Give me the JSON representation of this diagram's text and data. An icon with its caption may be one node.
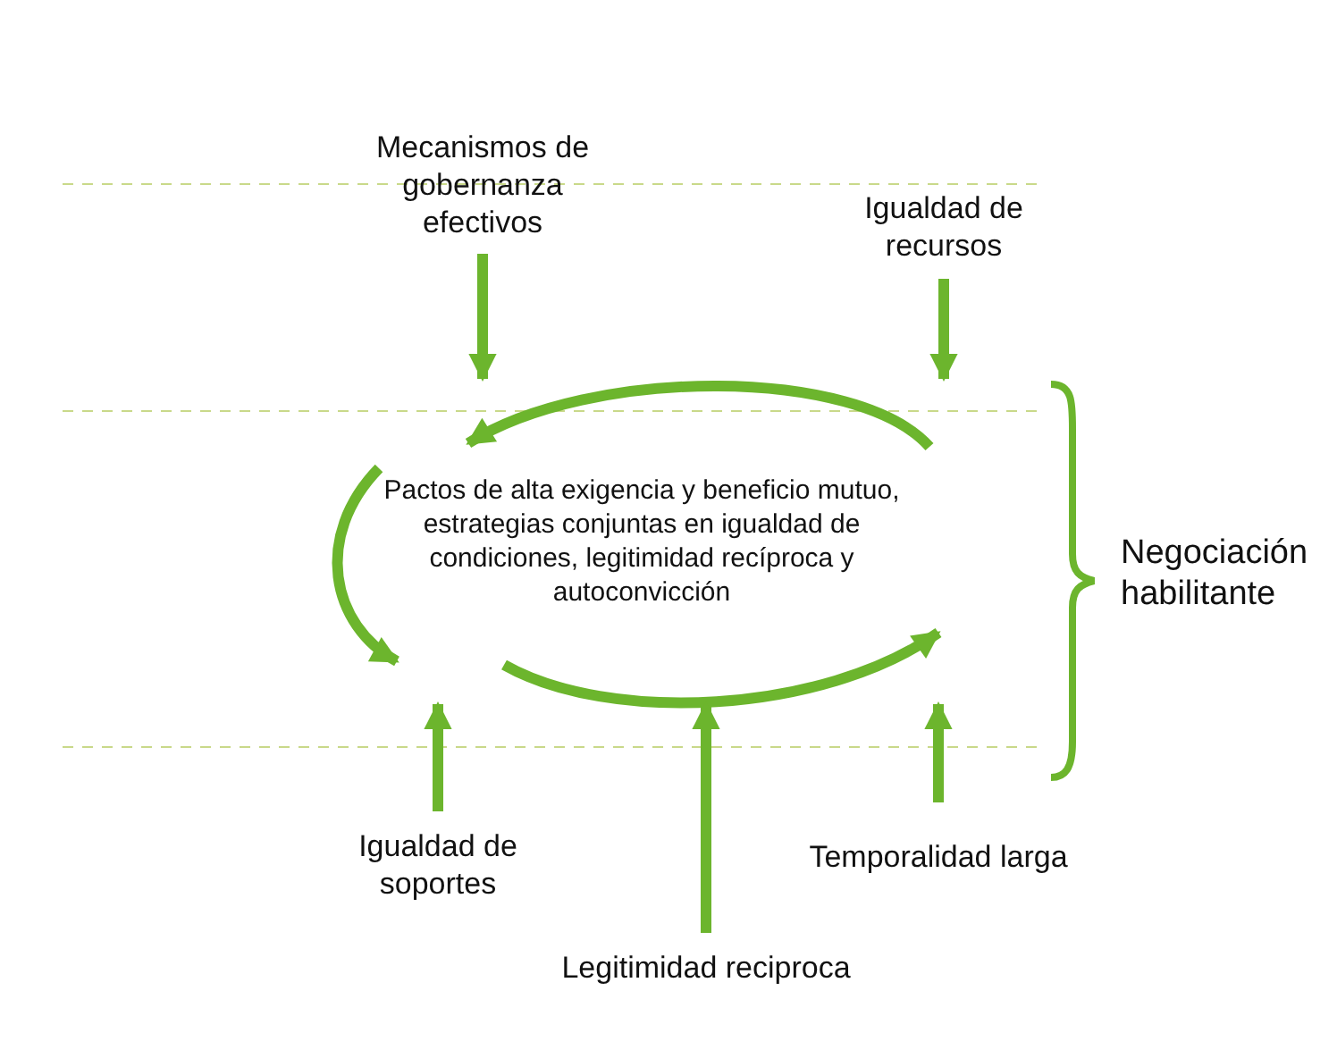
{
  "diagram": {
    "nodes": [
      {
        "text": [
          "Pactos de alta exigencia y beneficio mutuo, estrategias conjuntas en igualdad de condiciones, legitimidad recíproca y autoconvicción"
        ]
      },
      {
        "text": [
          "Mecanismos de gobernanza efectivos"
        ]
      },
      {
        "text": [
          "Igualdad de recursos"
        ]
      },
      {
        "text": [
          "Igualdad de soportes"
        ]
      },
      {
        "text": [
          "Legitimidad reciproca"
        ]
      },
      {
        "text": [
          "Temporalidad larga"
        ]
      }
    ],
    "edges": [
      {
        "from": 1,
        "to": 0,
        "arrow": "to"
      },
      {
        "from": 2,
        "to": 0,
        "arrow": "to"
      },
      {
        "from": 3,
        "to": 0,
        "arrow": "to"
      },
      {
        "from": 4,
        "to": 0,
        "arrow": "to"
      },
      {
        "from": 5,
        "to": 0,
        "arrow": "to"
      }
    ],
    "labels": [
      "Negociación habilitante"
    ]
  }
}
